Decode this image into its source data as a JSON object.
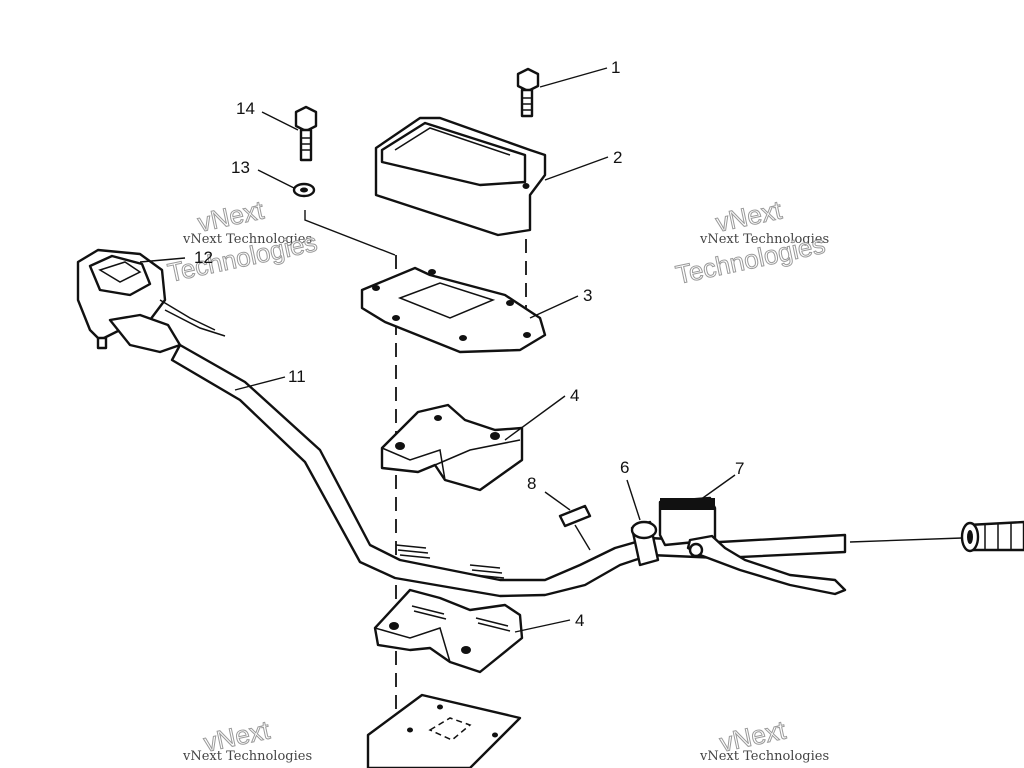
{
  "callouts": {
    "c1": "1",
    "c2": "2",
    "c3": "3",
    "c4a": "4",
    "c4b": "4",
    "c6": "6",
    "c7": "7",
    "c8": "8",
    "c11": "11",
    "c12": "12",
    "c13": "13",
    "c14": "14"
  },
  "watermarks": {
    "company_full": "vNext Technologies",
    "brand_part": "vNext",
    "brand_word": "Technologies"
  },
  "colors": {
    "ink": "#111111",
    "background": "#ffffff",
    "watermark": "#9a9a9a"
  }
}
